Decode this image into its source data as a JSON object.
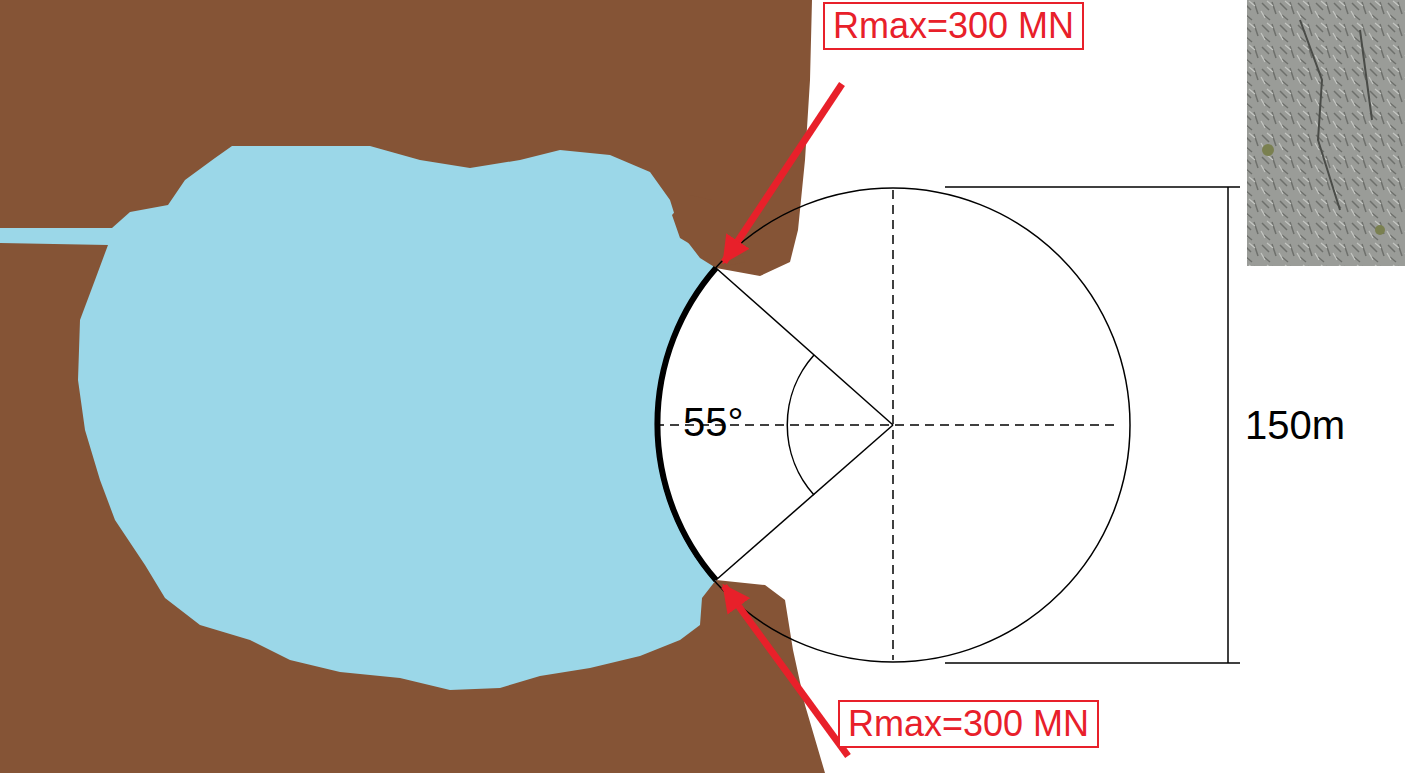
{
  "diagram": {
    "nodes": [
      {
        "text": [
          "Rmax=300 MN"
        ]
      },
      {
        "text": [
          "Rmax=300 MN"
        ]
      }
    ],
    "labels": [
      "55°",
      "150m"
    ]
  }
}
